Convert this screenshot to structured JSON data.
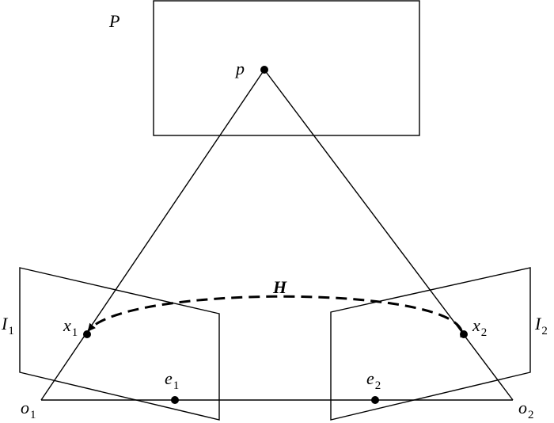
{
  "labels": {
    "plane": "P",
    "point": "p",
    "homography": "H",
    "image1": {
      "base": "I",
      "sub": "1"
    },
    "image2": {
      "base": "I",
      "sub": "2"
    },
    "x1": {
      "base": "x",
      "sub": "1"
    },
    "x2": {
      "base": "x",
      "sub": "2"
    },
    "e1": {
      "base": "e",
      "sub": "1"
    },
    "e2": {
      "base": "e",
      "sub": "2"
    },
    "o1": {
      "base": "o",
      "sub": "1"
    },
    "o2": {
      "base": "o",
      "sub": "2"
    }
  },
  "colors": {
    "stroke": "#000000",
    "background": "#ffffff"
  }
}
